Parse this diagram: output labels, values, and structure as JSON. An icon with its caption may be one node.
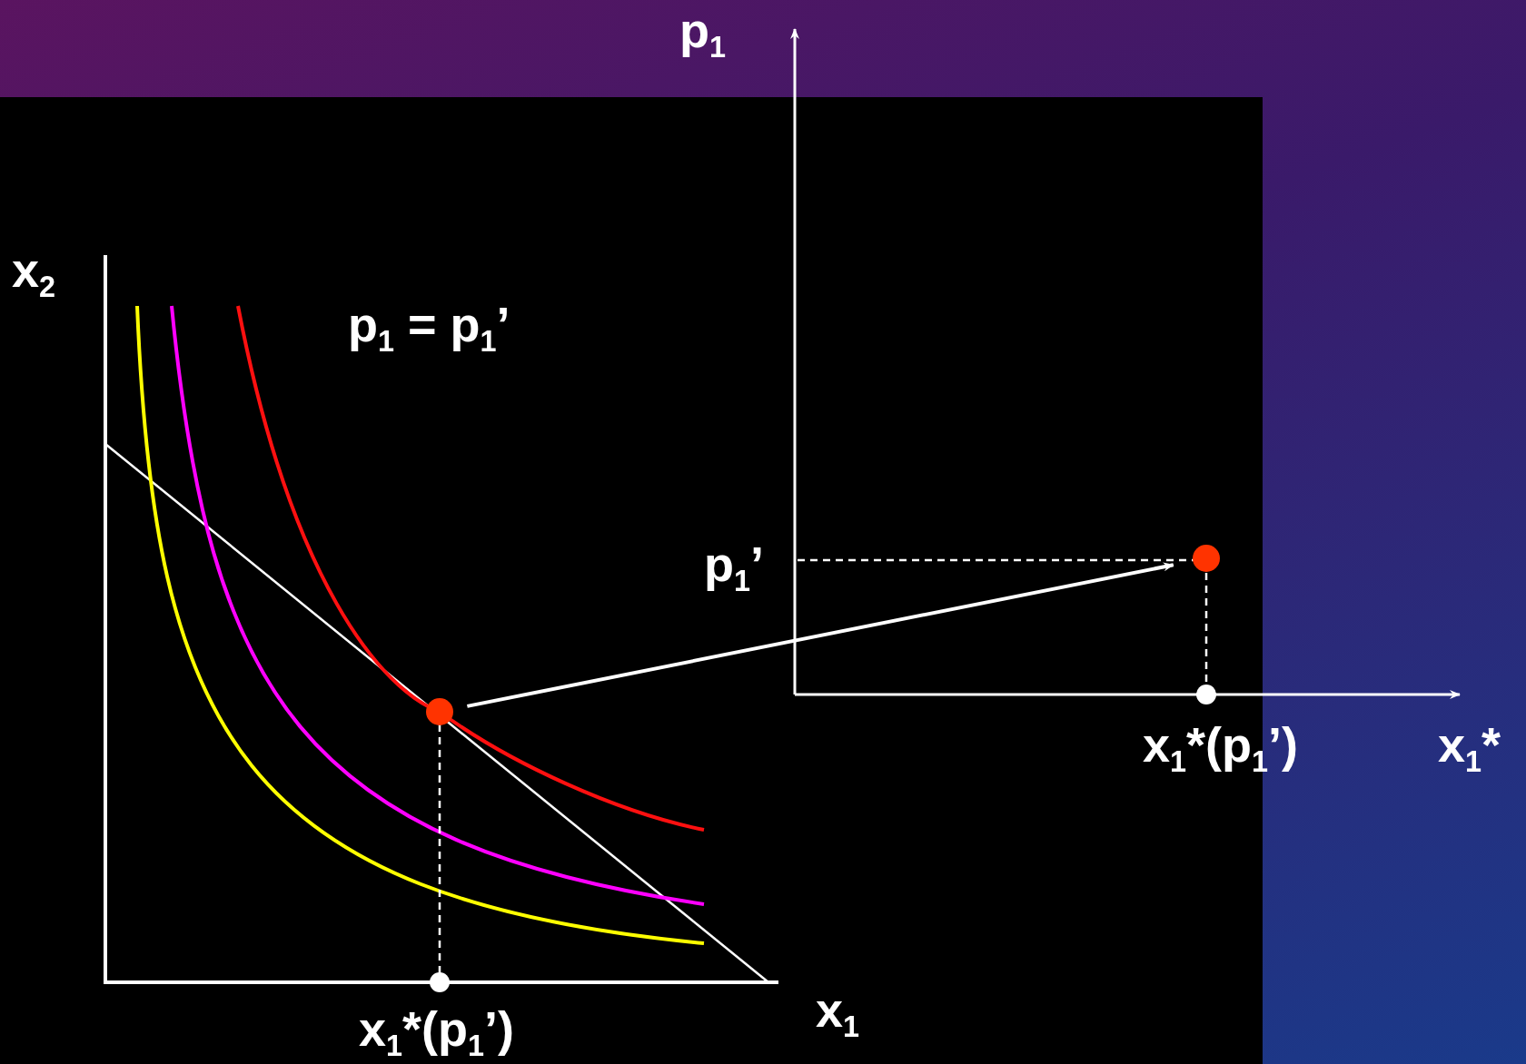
{
  "diagram": {
    "nodes": [
      {
        "text": [],
        "shape": "circle"
      },
      {
        "text": [],
        "shape": "circle"
      }
    ],
    "edges": [
      {
        "from": 0,
        "to": 1,
        "arrow": "to"
      }
    ],
    "labels": [
      "p$_{1}$",
      "x$_{2}$",
      "p$_{1}$ = p$_{1}$’",
      "p$_{1}$’",
      "x$_{1}$*(p$_{1}$’)",
      "x$_{1}$*",
      "x$_{1}$",
      "x$_{1}$*(p$_{1}$’)"
    ]
  }
}
